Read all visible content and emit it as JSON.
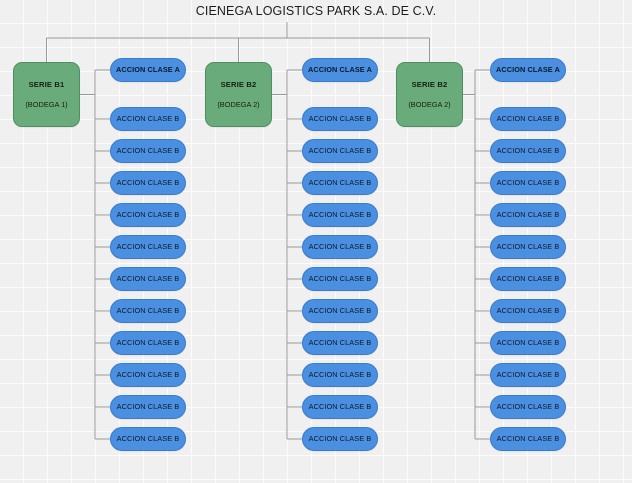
{
  "chart_data": {
    "type": "diagram",
    "title": "CIENEGA LOGISTICS PARK S.A. DE C.V.",
    "diagram_kind": "organizational-chart",
    "root": "CIENEGA LOGISTICS PARK S.A. DE C.V.",
    "branches": [
      {
        "serie_title": "SERIE B1",
        "serie_sub": "(BODEGA 1)",
        "class_a_count": 1,
        "class_b_count": 11
      },
      {
        "serie_title": "SERIE B2",
        "serie_sub": "(BODEGA 2)",
        "class_a_count": 1,
        "class_b_count": 11
      },
      {
        "serie_title": "SERIE B2",
        "serie_sub": "(BODEGA 2)",
        "class_a_count": 1,
        "class_b_count": 11
      }
    ]
  },
  "colors": {
    "background": "#f0f0f0",
    "grid_line": "#ffffff",
    "serie_fill": "#6aab7b",
    "serie_border": "#4e8f60",
    "accion_fill": "#4a8fe0",
    "accion_border": "#3a7ccb",
    "connector": "#9a9a9a",
    "text_dark": "#1d1d1d"
  },
  "title": {
    "text": "CIENEGA LOGISTICS PARK S.A. DE C.V."
  },
  "labels": {
    "class_a": "ACCION CLASE A",
    "class_b": "ACCION CLASE B"
  },
  "columns": [
    {
      "serie": {
        "title": "SERIE B1",
        "sub": "(BODEGA 1)"
      },
      "nodes": [
        {
          "label": "ACCION CLASE A",
          "klass": "A"
        },
        {
          "label": "ACCION CLASE B",
          "klass": "B"
        },
        {
          "label": "ACCION CLASE B",
          "klass": "B"
        },
        {
          "label": "ACCION CLASE B",
          "klass": "B"
        },
        {
          "label": "ACCION CLASE B",
          "klass": "B"
        },
        {
          "label": "ACCION CLASE B",
          "klass": "B"
        },
        {
          "label": "ACCION CLASE B",
          "klass": "B"
        },
        {
          "label": "ACCION CLASE B",
          "klass": "B"
        },
        {
          "label": "ACCION CLASE B",
          "klass": "B"
        },
        {
          "label": "ACCION CLASE B",
          "klass": "B"
        },
        {
          "label": "ACCION CLASE B",
          "klass": "B"
        },
        {
          "label": "ACCION CLASE B",
          "klass": "B"
        }
      ]
    },
    {
      "serie": {
        "title": "SERIE B2",
        "sub": "(BODEGA 2)"
      },
      "nodes": [
        {
          "label": "ACCION CLASE A",
          "klass": "A"
        },
        {
          "label": "ACCION CLASE B",
          "klass": "B"
        },
        {
          "label": "ACCION CLASE B",
          "klass": "B"
        },
        {
          "label": "ACCION CLASE B",
          "klass": "B"
        },
        {
          "label": "ACCION CLASE B",
          "klass": "B"
        },
        {
          "label": "ACCION CLASE B",
          "klass": "B"
        },
        {
          "label": "ACCION CLASE B",
          "klass": "B"
        },
        {
          "label": "ACCION CLASE B",
          "klass": "B"
        },
        {
          "label": "ACCION CLASE B",
          "klass": "B"
        },
        {
          "label": "ACCION CLASE B",
          "klass": "B"
        },
        {
          "label": "ACCION CLASE B",
          "klass": "B"
        },
        {
          "label": "ACCION CLASE B",
          "klass": "B"
        }
      ]
    },
    {
      "serie": {
        "title": "SERIE B2",
        "sub": "(BODEGA 2)"
      },
      "nodes": [
        {
          "label": "ACCION CLASE A",
          "klass": "A"
        },
        {
          "label": "ACCION CLASE B",
          "klass": "B"
        },
        {
          "label": "ACCION CLASE B",
          "klass": "B"
        },
        {
          "label": "ACCION CLASE B",
          "klass": "B"
        },
        {
          "label": "ACCION CLASE B",
          "klass": "B"
        },
        {
          "label": "ACCION CLASE B",
          "klass": "B"
        },
        {
          "label": "ACCION CLASE B",
          "klass": "B"
        },
        {
          "label": "ACCION CLASE B",
          "klass": "B"
        },
        {
          "label": "ACCION CLASE B",
          "klass": "B"
        },
        {
          "label": "ACCION CLASE B",
          "klass": "B"
        },
        {
          "label": "ACCION CLASE B",
          "klass": "B"
        },
        {
          "label": "ACCION CLASE B",
          "klass": "B"
        }
      ]
    }
  ]
}
